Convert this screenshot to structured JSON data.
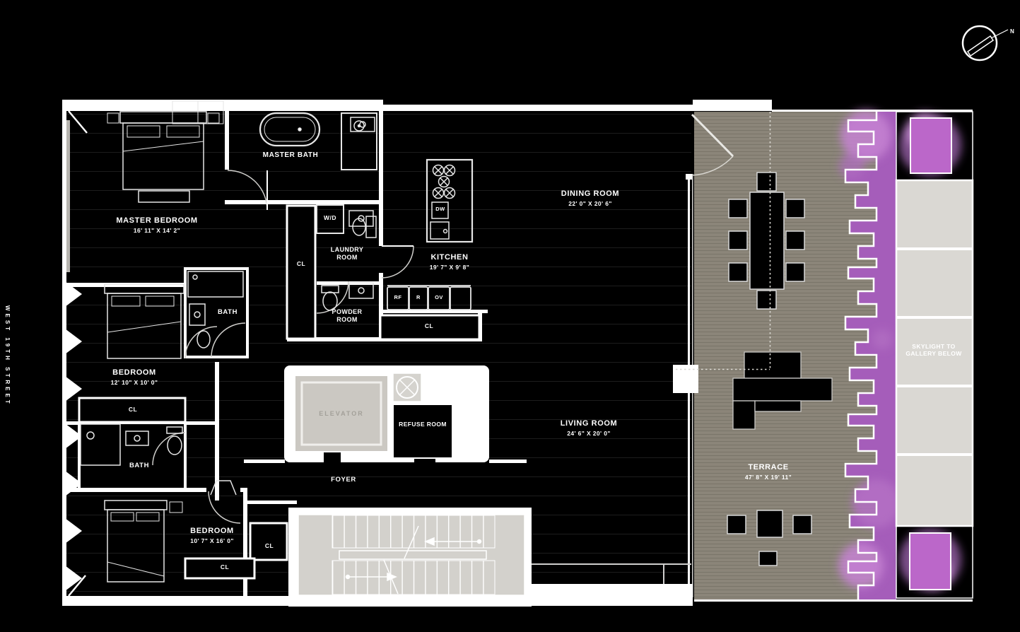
{
  "street_label": "WEST 19TH STREET",
  "compass": {
    "north_label": "N"
  },
  "rooms": {
    "master_bedroom": {
      "name": "MASTER BEDROOM",
      "dims": "16' 11\" X 14' 2\""
    },
    "master_bath": {
      "name": "MASTER BATH"
    },
    "laundry_room": {
      "name": "LAUNDRY ROOM"
    },
    "powder_room": {
      "name": "POWDER ROOM"
    },
    "kitchen": {
      "name": "KITCHEN",
      "dims": "19' 7\" X 9' 8\""
    },
    "dining_room": {
      "name": "DINING ROOM",
      "dims": "22' 0\" X 20' 6\""
    },
    "living_room": {
      "name": "LIVING ROOM",
      "dims": "24' 6\" X 20' 0\""
    },
    "bedroom_2": {
      "name": "BEDROOM",
      "dims": "12' 10\" X 10' 0\""
    },
    "bedroom_3": {
      "name": "BEDROOM",
      "dims": "10' 7\" X 16' 0\""
    },
    "bath_upper": {
      "name": "BATH"
    },
    "bath_lower": {
      "name": "BATH"
    },
    "foyer": {
      "name": "FOYER"
    },
    "elevator": {
      "name": "ELEVATOR"
    },
    "refuse_room": {
      "name": "REFUSE ROOM"
    },
    "terrace": {
      "name": "TERRACE",
      "dims": "47' 8\" X 19' 11\""
    },
    "skylight": {
      "name": "SKYLIGHT TO GALLERY BELOW"
    }
  },
  "labels": {
    "closet": "CL",
    "washer_dryer": "W/D",
    "dishwasher": "DW",
    "refrigerator": "RF",
    "range": "R",
    "oven": "OV"
  },
  "colors": {
    "background": "#000000",
    "walls": "#ffffff",
    "floor_line": "#1d1d1d",
    "deck": "#8b8579",
    "deck_line": "#7a7569",
    "purple_planting": "#a55dba",
    "tree_canopy": "#c583d2",
    "planter_box": "#bb67c9",
    "skylight_panel": "#dad8d3",
    "stair_gray": "#d3d1cc",
    "elevator_gray": "#cbc8c2"
  }
}
